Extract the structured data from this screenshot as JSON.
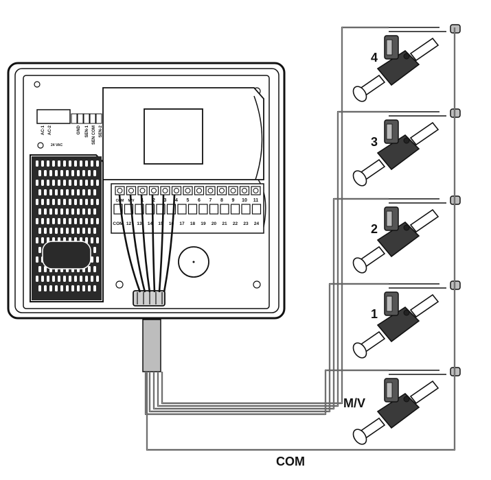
{
  "valves": [
    {
      "label": "4",
      "color": "#3a3a3a"
    },
    {
      "label": "3",
      "color": "#3a3a3a"
    },
    {
      "label": "2",
      "color": "#3a3a3a"
    },
    {
      "label": "1",
      "color": "#3a3a3a"
    },
    {
      "label": "M/V",
      "color": "#3a3a3a"
    }
  ],
  "common_wire_label": "COM",
  "power_terminals": {
    "labels": [
      "AC-1",
      "AC-2",
      "GND",
      "SEN-1",
      "SEN COM",
      "SEN-2"
    ],
    "voltage": "24 VAC"
  },
  "terminal_strip": {
    "top_labels": [
      "COM",
      "M/V",
      "1",
      "2",
      "3",
      "4",
      "5",
      "6",
      "7",
      "8",
      "9",
      "10",
      "11"
    ],
    "bottom_labels": [
      "COM",
      "12",
      "13",
      "14",
      "15",
      "16",
      "17",
      "18",
      "19",
      "20",
      "21",
      "22",
      "23",
      "24"
    ]
  },
  "colors": {
    "line": "#111111",
    "shade": "#bdbdbd",
    "dark": "#3a3a3a"
  }
}
